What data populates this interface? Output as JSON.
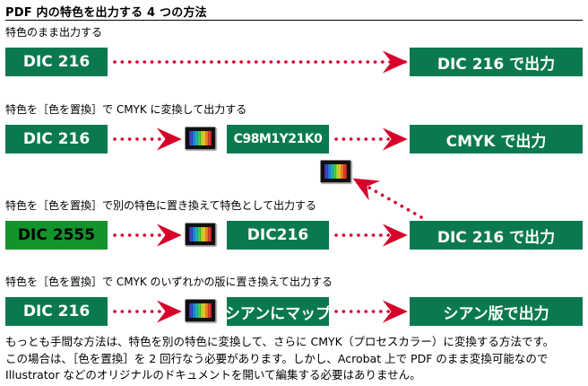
{
  "title": "PDF 内の特色を出力する 4 つの方法",
  "colors": {
    "box_green": "#0a7a4e",
    "box_green_alt": "#13932b",
    "arrow_red": "#d6002a"
  },
  "rows": [
    {
      "caption": "特色のまま出力する",
      "source": "DIC 216",
      "result": "DIC 216 で出力"
    },
    {
      "caption": "特色を［色を置換］で CMYK に変換して出力する",
      "source": "DIC 216",
      "intermediate": "C98M1Y21K0",
      "result": "CMYK で出力"
    },
    {
      "caption": "特色を［色を置換］で別の特色に置き換えて特色として出力する",
      "source": "DIC 2555",
      "intermediate": "DIC216",
      "result": "DIC 216 で出力"
    },
    {
      "caption": "特色を［色を置換］で CMYK のいずれかの版に置き換えて出力する",
      "source": "DIC 216",
      "intermediate": "シアンにマップ",
      "result": "シアン版で出力"
    }
  ],
  "icons": {
    "replace_color": "replace-color-swatch-icon"
  },
  "paragraph": [
    "もっとも手間な方法は、特色を別の特色に変換して、さらに CMYK（プロセスカラー）に変換する方法です。",
    "この場合は、［色を置換］を 2 回行なう必要があります。しかし、Acrobat 上で PDF のまま変換可能なので",
    "Illustrator などのオリジナルのドキュメントを開いて編集する必要はありません。"
  ]
}
